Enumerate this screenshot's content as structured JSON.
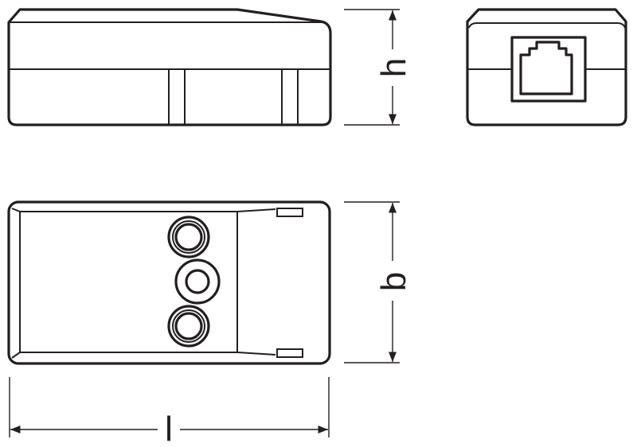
{
  "dimensions": {
    "height_label": "h",
    "width_label": "b",
    "length_label": "l"
  },
  "views": [
    "side-view",
    "front-view",
    "top-view"
  ],
  "colors": {
    "line": "#231f20",
    "background": "#ffffff"
  }
}
